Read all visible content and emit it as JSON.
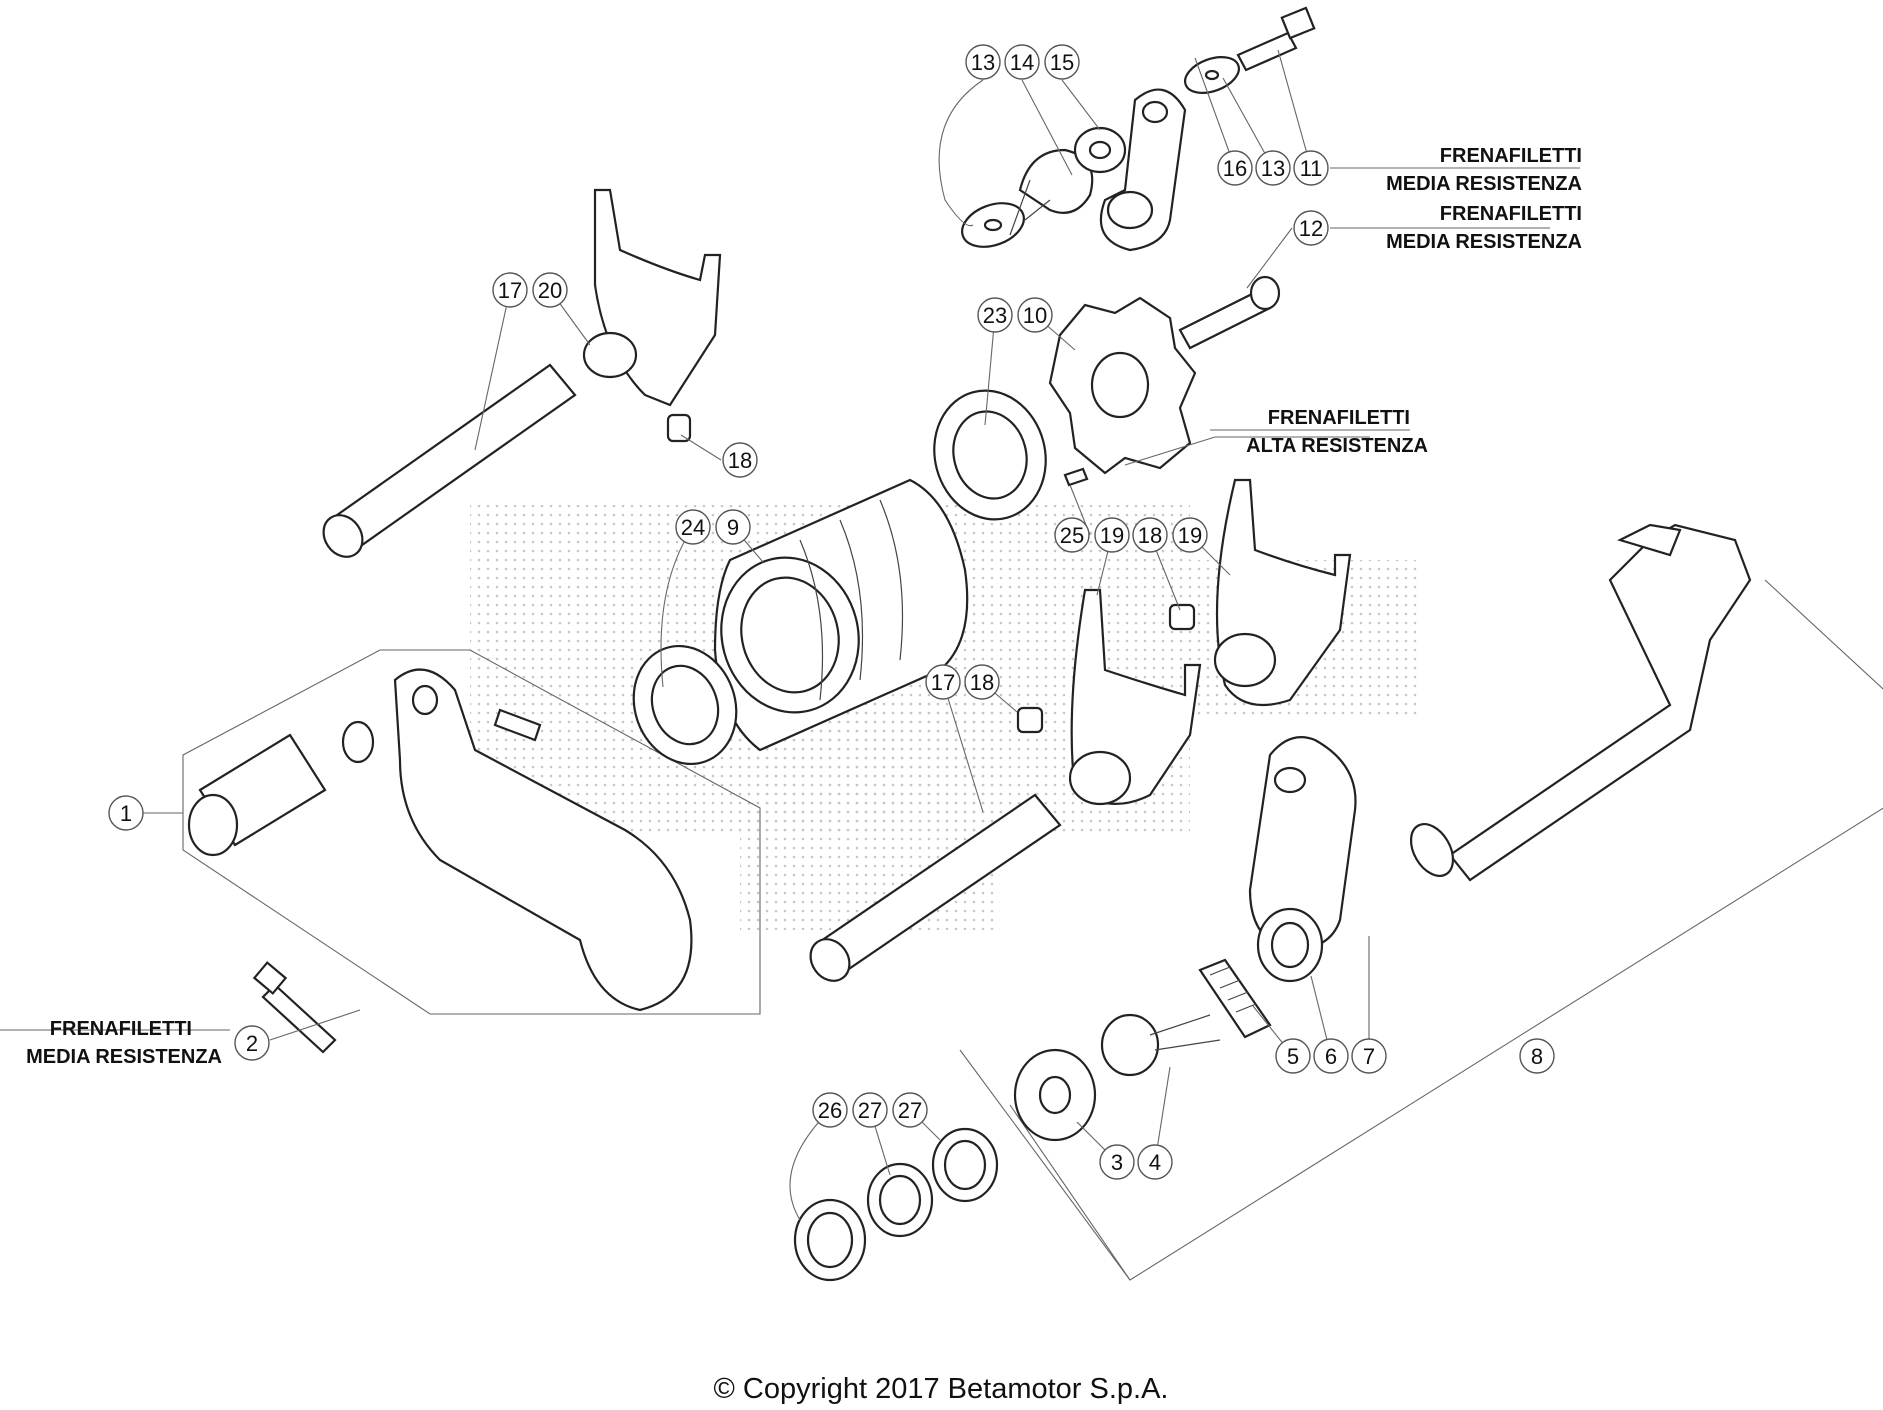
{
  "callouts": [
    {
      "id": "c13a",
      "text": "13"
    },
    {
      "id": "c14",
      "text": "14"
    },
    {
      "id": "c15",
      "text": "15"
    },
    {
      "id": "c16",
      "text": "16"
    },
    {
      "id": "c13b",
      "text": "13"
    },
    {
      "id": "c11",
      "text": "11"
    },
    {
      "id": "c12",
      "text": "12"
    },
    {
      "id": "c17a",
      "text": "17"
    },
    {
      "id": "c20",
      "text": "20"
    },
    {
      "id": "c23",
      "text": "23"
    },
    {
      "id": "c10",
      "text": "10"
    },
    {
      "id": "c18a",
      "text": "18"
    },
    {
      "id": "c24",
      "text": "24"
    },
    {
      "id": "c9",
      "text": "9"
    },
    {
      "id": "c25",
      "text": "25"
    },
    {
      "id": "c19a",
      "text": "19"
    },
    {
      "id": "c18b",
      "text": "18"
    },
    {
      "id": "c19b",
      "text": "19"
    },
    {
      "id": "c17b",
      "text": "17"
    },
    {
      "id": "c18c",
      "text": "18"
    },
    {
      "id": "c1",
      "text": "1"
    },
    {
      "id": "c2",
      "text": "2"
    },
    {
      "id": "c5",
      "text": "5"
    },
    {
      "id": "c6",
      "text": "6"
    },
    {
      "id": "c7",
      "text": "7"
    },
    {
      "id": "c8",
      "text": "8"
    },
    {
      "id": "c3",
      "text": "3"
    },
    {
      "id": "c4",
      "text": "4"
    },
    {
      "id": "c26",
      "text": "26"
    },
    {
      "id": "c27a",
      "text": "27"
    },
    {
      "id": "c27b",
      "text": "27"
    }
  ],
  "notes": {
    "n11": {
      "line1": "FRENAFILETTI",
      "line2": "MEDIA RESISTENZA"
    },
    "n12": {
      "line1": "FRENAFILETTI",
      "line2": "MEDIA RESISTENZA"
    },
    "n25": {
      "line1": "FRENAFILETTI",
      "line2": "ALTA RESISTENZA"
    },
    "n2": {
      "line1": "FRENAFILETTI",
      "line2": "MEDIA RESISTENZA"
    }
  },
  "copyright": "© Copyright 2017 Betamotor S.p.A."
}
